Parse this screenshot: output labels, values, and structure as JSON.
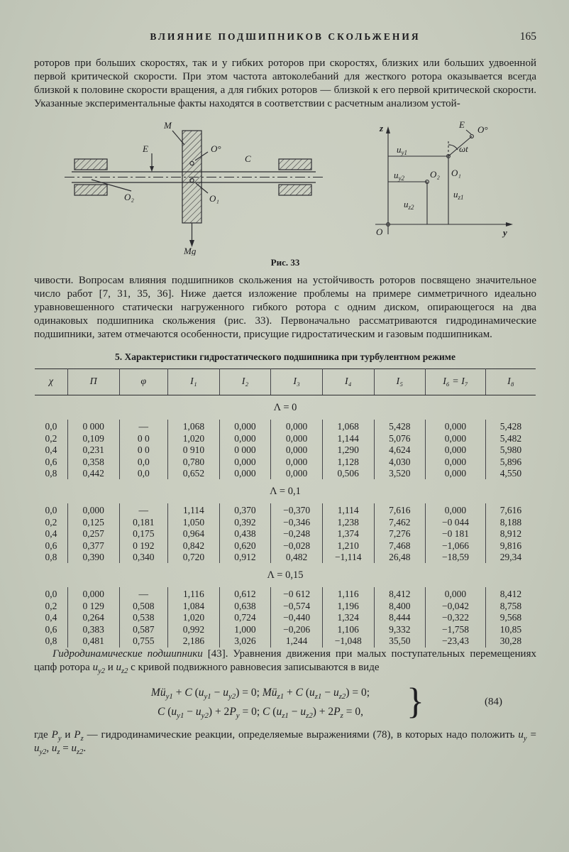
{
  "page": {
    "running_head": "ВЛИЯНИЕ ПОДШИПНИКОВ СКОЛЬЖЕНИЯ",
    "page_number": "165"
  },
  "paragraphs": {
    "p1": "роторов при больших скоростях, так и у гибких роторов при скоростях, близких или больших удвоенной первой критической скорости. При этом частота автоколебаний для жесткого ротора оказывается всегда близкой к половине скорости вращения, а для гибких роторов — близкой к его первой критической скорости. Указанные экспериментальные факты находятся в соответствии с расчетным анализом устой-",
    "p2": "чивости. Вопросам влияния подшипников скольжения на устойчивость роторов посвящено значительное число работ [7, 31, 35, 36]. Ниже дается изложение проблемы на примере симметричного идеально уравновешенного статически нагруженного гибкого ротора с одним диском, опирающегося на два одинаковых подшипника скольжения (рис. 33). Первоначально рассматриваются гидродинамические подшипники, затем отмечаются особенности, присущие гидростатическим и газовым подшипникам."
  },
  "figure": {
    "caption": "Рис. 33",
    "M": "M",
    "E": "E",
    "O_deg": "O°",
    "C": "C",
    "O1": "O₁",
    "O2": "O₂",
    "Mg": "Mg",
    "z": "z",
    "y": "y",
    "O": "O",
    "wt": "ωt",
    "u": "u",
    "sub_y1": "y1",
    "sub_y2": "y2",
    "sub_z1": "z1",
    "sub_z2": "z2"
  },
  "table": {
    "title": "5. Характеристики гидростатического подшипника при турбулентном режиме",
    "headers": [
      "χ",
      "Π",
      "φ",
      "I₁",
      "I₂",
      "I₃",
      "I₄",
      "I₅",
      "I₆ = I₇",
      "I₈"
    ],
    "sections": [
      {
        "label": "Λ = 0",
        "rows": [
          [
            "0,0",
            "0 000",
            "—",
            "1,068",
            "0,000",
            "0,000",
            "1,068",
            "5,428",
            "0,000",
            "5,428"
          ],
          [
            "0,2",
            "0,109",
            "0 0",
            "1,020",
            "0,000",
            "0,000",
            "1,144",
            "5,076",
            "0,000",
            "5,482"
          ],
          [
            "0,4",
            "0,231",
            "0 0",
            "0 910",
            "0 000",
            "0,000",
            "1,290",
            "4,624",
            "0,000",
            "5,980"
          ],
          [
            "0,6",
            "0,358",
            "0,0",
            "0,780",
            "0,000",
            "0,000",
            "1,128",
            "4,030",
            "0,000",
            "5,896"
          ],
          [
            "0,8",
            "0,442",
            "0,0",
            "0,652",
            "0,000",
            "0,000",
            "0,506",
            "3,520",
            "0,000",
            "4,550"
          ]
        ]
      },
      {
        "label": "Λ = 0,1",
        "rows": [
          [
            "0,0",
            "0,000",
            "—",
            "1,114",
            "0,370",
            "−0,370",
            "1,114",
            "7,616",
            "0,000",
            "7,616"
          ],
          [
            "0,2",
            "0,125",
            "0,181",
            "1,050",
            "0,392",
            "−0,346",
            "1,238",
            "7,462",
            "−0 044",
            "8,188"
          ],
          [
            "0,4",
            "0,257",
            "0,175",
            "0,964",
            "0,438",
            "−0,248",
            "1,374",
            "7,276",
            "−0 181",
            "8,912"
          ],
          [
            "0,6",
            "0,377",
            "0 192",
            "0,842",
            "0,620",
            "−0,028",
            "1,210",
            "7,468",
            "−1,066",
            "9,816"
          ],
          [
            "0,8",
            "0,390",
            "0,340",
            "0,720",
            "0,912",
            "0,482",
            "−1,114",
            "26,48",
            "−18,59",
            "29,34"
          ]
        ]
      },
      {
        "label": "Λ = 0,15",
        "rows": [
          [
            "0,0",
            "0,000",
            "—",
            "1,116",
            "0,612",
            "−0 612",
            "1,116",
            "8,412",
            "0,000",
            "8,412"
          ],
          [
            "0,2",
            "0 129",
            "0,508",
            "1,084",
            "0,638",
            "−0,574",
            "1,196",
            "8,400",
            "−0,042",
            "8,758"
          ],
          [
            "0,4",
            "0,264",
            "0,538",
            "1,020",
            "0,724",
            "−0,440",
            "1,324",
            "8,444",
            "−0,322",
            "9,568"
          ],
          [
            "0,6",
            "0,383",
            "0,587",
            "0,992",
            "1,000",
            "−0,206",
            "1,106",
            "9,332",
            "−1,758",
            "10,85"
          ],
          [
            "0,8",
            "0,481",
            "0,755",
            "2,186",
            "3,026",
            "1,244",
            "−1,048",
            "35,50",
            "−23,43",
            "30,28"
          ]
        ]
      }
    ]
  },
  "bottom": {
    "p3": [
      {
        "i": "Гидродинамические подшипники"
      },
      {
        "t": " [43]. Уравнения движения при малых поступательных перемещениях цапф ротора "
      },
      {
        "i": "u"
      },
      {
        "sub": "y2"
      },
      {
        "t": " и "
      },
      {
        "i": "u"
      },
      {
        "sub": "z2"
      },
      {
        "t": " с кривой подвижного равновесия записываются в виде"
      }
    ],
    "eq1": [
      {
        "i": "Mü"
      },
      {
        "sub": "y1"
      },
      {
        "t": " + "
      },
      {
        "i": "C"
      },
      {
        "t": " ("
      },
      {
        "i": "u"
      },
      {
        "sub": "y1"
      },
      {
        "t": " − "
      },
      {
        "i": "u"
      },
      {
        "sub": "y2"
      },
      {
        "t": ") = 0;   "
      },
      {
        "i": "Mü"
      },
      {
        "sub": "z1"
      },
      {
        "t": " + "
      },
      {
        "i": "C"
      },
      {
        "t": " ("
      },
      {
        "i": "u"
      },
      {
        "sub": "z1"
      },
      {
        "t": " − "
      },
      {
        "i": "u"
      },
      {
        "sub": "z2"
      },
      {
        "t": ") = 0;"
      }
    ],
    "eq2": [
      {
        "i": "C"
      },
      {
        "t": " ("
      },
      {
        "i": "u"
      },
      {
        "sub": "y1"
      },
      {
        "t": " − "
      },
      {
        "i": "u"
      },
      {
        "sub": "y2"
      },
      {
        "t": ") + 2"
      },
      {
        "i": "P"
      },
      {
        "sub": "y"
      },
      {
        "t": " = 0;  "
      },
      {
        "i": "C"
      },
      {
        "t": " ("
      },
      {
        "i": "u"
      },
      {
        "sub": "z1"
      },
      {
        "t": " − "
      },
      {
        "i": "u"
      },
      {
        "sub": "z2"
      },
      {
        "t": ") + 2"
      },
      {
        "i": "P"
      },
      {
        "sub": "z"
      },
      {
        "t": " = 0,"
      }
    ],
    "brace": "}",
    "eq_number": "(84)",
    "p4": [
      {
        "t": "где "
      },
      {
        "i": "P"
      },
      {
        "sub": "y"
      },
      {
        "t": " и "
      },
      {
        "i": "P"
      },
      {
        "sub": "z"
      },
      {
        "t": " — гидродинамические реакции, определяемые выражениями (78), в которых надо положить "
      },
      {
        "i": "u"
      },
      {
        "sub": "y"
      },
      {
        "t": " = "
      },
      {
        "i": "u"
      },
      {
        "sub": "y2"
      },
      {
        "t": ", "
      },
      {
        "i": "u"
      },
      {
        "sub": "z"
      },
      {
        "t": " = "
      },
      {
        "i": "u"
      },
      {
        "sub": "z2"
      },
      {
        "t": "."
      }
    ]
  }
}
